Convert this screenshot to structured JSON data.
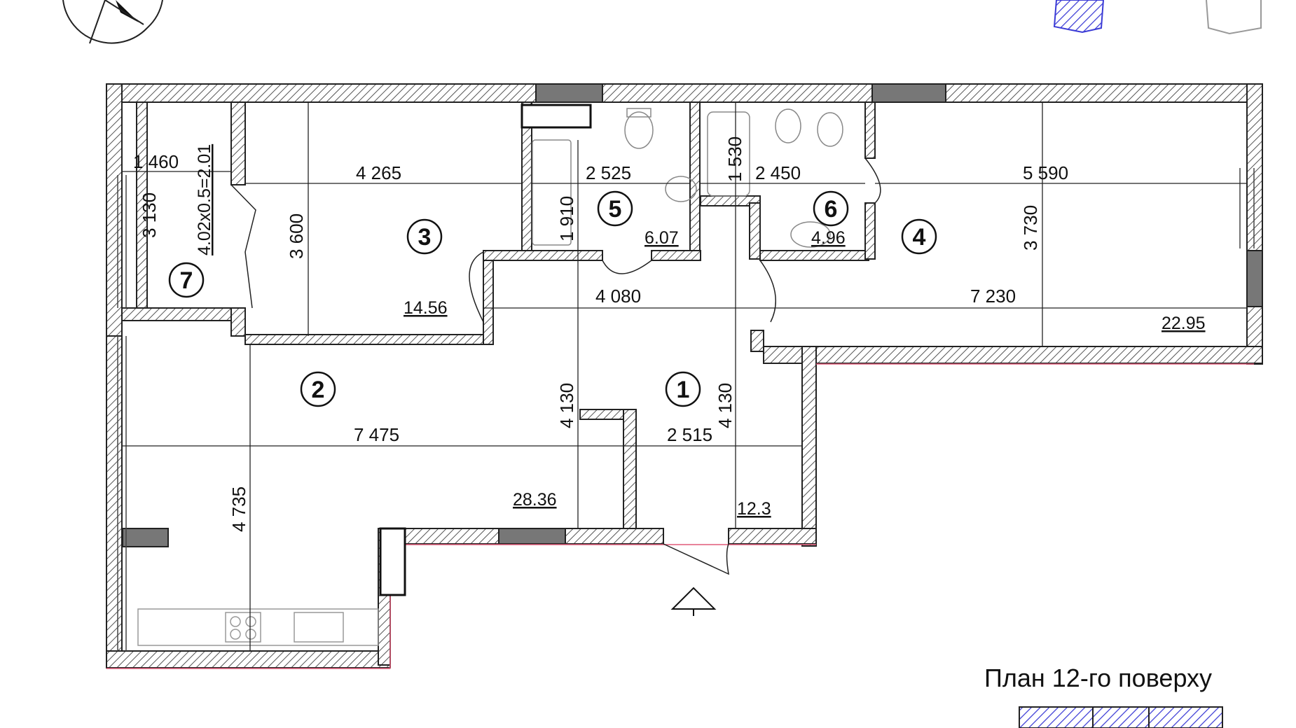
{
  "plan_title": "План 12-го поверху",
  "rooms": [
    {
      "number": "1",
      "area": "12.3"
    },
    {
      "number": "2",
      "area": "28.36"
    },
    {
      "number": "3",
      "area": "14.56"
    },
    {
      "number": "4",
      "area": "22.95"
    },
    {
      "number": "5",
      "area": "6.07"
    },
    {
      "number": "6",
      "area": "4.96"
    },
    {
      "number": "7",
      "area": "4.02x0.5=2.01"
    }
  ],
  "dimensions": [
    "1 460",
    "4 265",
    "2 525",
    "1 530",
    "2 450",
    "5 590",
    "3 130",
    "3 600",
    "1 910",
    "3 730",
    "4 080",
    "7 230",
    "4 130",
    "4 130",
    "7 475",
    "2 515",
    "4 735"
  ],
  "colors": {
    "wall": "#222222",
    "hatch": "#555555",
    "balcony_outline": "#e05a78",
    "key_plan": "#3b3bd6"
  },
  "icons": [
    "compass-icon",
    "entrance-arrow-icon"
  ]
}
